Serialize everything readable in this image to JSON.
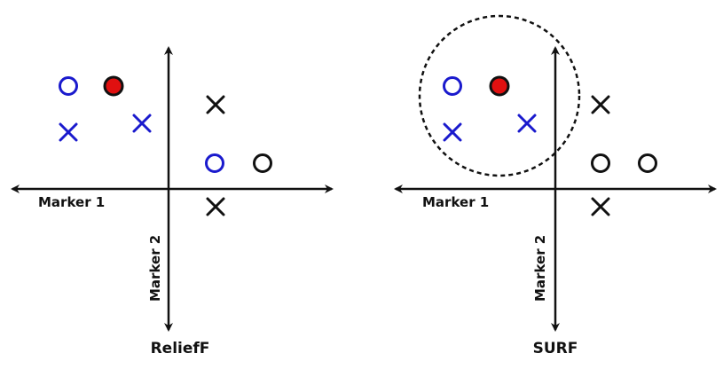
{
  "colors": {
    "axis": "#111111",
    "class_a": "#1a1acd",
    "class_b": "#111111",
    "target_fill": "#e01010",
    "target_stroke": "#111111"
  },
  "panels": [
    {
      "title": "ReliefF",
      "x_axis_label": "Marker 1",
      "y_axis_label": "Marker 2",
      "neighborhood": false
    },
    {
      "title": "SURF",
      "x_axis_label": "Marker 1",
      "y_axis_label": "Marker 2",
      "neighborhood": true
    }
  ]
}
